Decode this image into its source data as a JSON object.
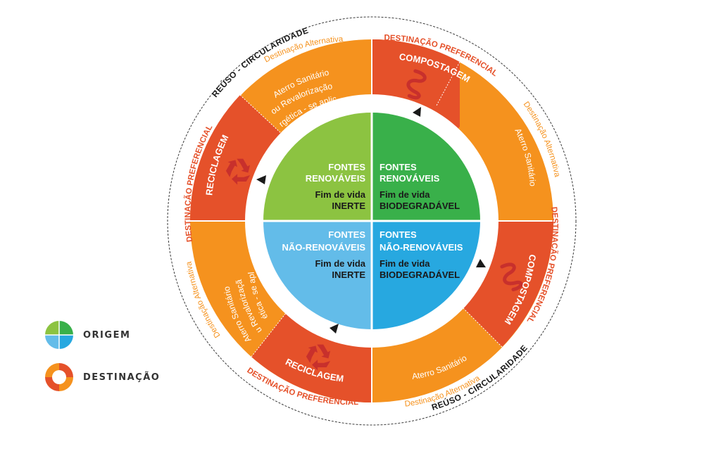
{
  "center": {
    "q_tl": {
      "title1": "FONTES",
      "title2": "RENOVÁVEIS",
      "sub1": "Fim de vida",
      "sub2": "INERTE"
    },
    "q_tr": {
      "title1": "FONTES",
      "title2": "RENOVÁVEIS",
      "sub1": "Fim de vida",
      "sub2": "BIODEGRADÁVEL"
    },
    "q_bl": {
      "title1": "FONTES",
      "title2": "NÃO-RENOVÁVEIS",
      "sub1": "Fim de vida",
      "sub2": "INERTE"
    },
    "q_br": {
      "title1": "FONTES",
      "title2": "NÃO-RENOVÁVEIS",
      "sub1": "Fim de vida",
      "sub2": "BIODEGRADÁVEL"
    }
  },
  "segments": {
    "compostagem": "COMPOSTAGEM",
    "reciclagem": "RECICLAGEM",
    "aterro_sanitario": "Aterro Sanitário",
    "aterro_line1": "Aterro Sanitário",
    "aterro_line2": "ou Revalorização",
    "aterro_line3": "Energética - se aplicável"
  },
  "outer": {
    "preferencial": "DESTINAÇÃO PREFERENCIAL",
    "alternativa": "Destinação Alternativa",
    "reuso": "REÚSO - CIRCULARIDADE"
  },
  "legend": {
    "origem": "ORIGEM",
    "destinacao": "DESTINAÇÃO"
  },
  "colors": {
    "green_light": "#8cc341",
    "green_dark": "#39b04a",
    "blue_light": "#63bce9",
    "blue_dark": "#27a8e0",
    "orange_red": "#e5512a",
    "orange": "#f5921e",
    "recycle_red": "#c8302c"
  }
}
